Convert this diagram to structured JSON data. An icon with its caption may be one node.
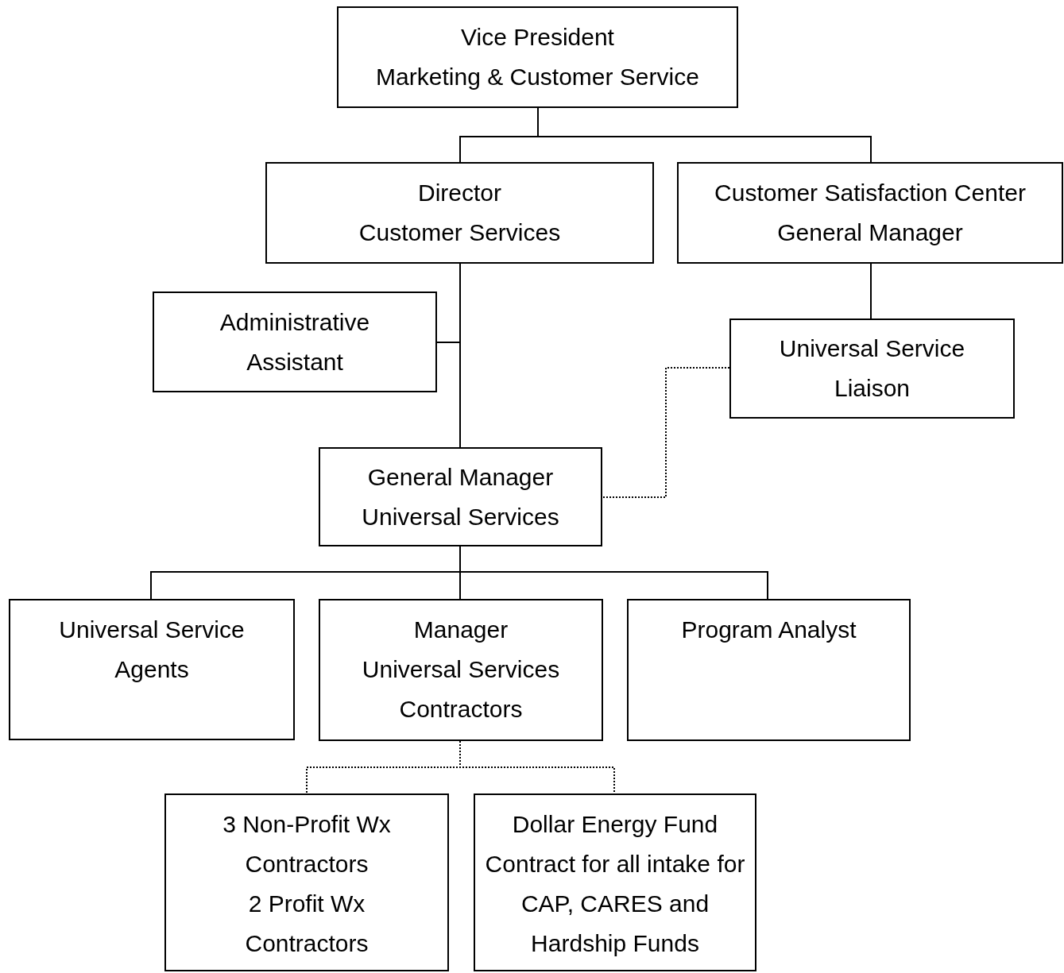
{
  "diagram": {
    "nodes": [
      {
        "text": [
          "Vice President",
          "Marketing & Customer Service"
        ]
      },
      {
        "text": [
          "Director",
          "Customer Services"
        ]
      },
      {
        "text": [
          "Customer Satisfaction Center",
          "General Manager"
        ]
      },
      {
        "text": [
          "Administrative Assistant"
        ]
      },
      {
        "text": [
          "Universal Service Liaison"
        ]
      },
      {
        "text": [
          "General Manager",
          "Universal Services"
        ]
      },
      {
        "text": [
          "Universal Service Agents"
        ]
      },
      {
        "text": [
          "Manager",
          "Universal Services Contractors"
        ]
      },
      {
        "text": [
          "Program Analyst"
        ]
      },
      {
        "text": [
          "3 Non-Profit Wx Contractors",
          "2 Profit Wx Contractors"
        ]
      },
      {
        "text": [
          "Dollar Energy Fund Contract for all intake for CAP, CARES and Hardship Funds"
        ]
      }
    ],
    "edges": [
      {
        "from": 0,
        "to": 1,
        "arrow": "none"
      },
      {
        "from": 0,
        "to": 2,
        "arrow": "none"
      },
      {
        "from": 1,
        "to": 3,
        "arrow": "none"
      },
      {
        "from": 1,
        "to": 5,
        "arrow": "none"
      },
      {
        "from": 2,
        "to": 4,
        "arrow": "none"
      },
      {
        "from": 4,
        "to": 5,
        "arrow": "none",
        "style": "dashed"
      },
      {
        "from": 5,
        "to": 6,
        "arrow": "none"
      },
      {
        "from": 5,
        "to": 7,
        "arrow": "none"
      },
      {
        "from": 5,
        "to": 8,
        "arrow": "none"
      },
      {
        "from": 7,
        "to": 9,
        "arrow": "none",
        "style": "dashed"
      },
      {
        "from": 7,
        "to": 10,
        "arrow": "none",
        "style": "dashed"
      }
    ]
  }
}
